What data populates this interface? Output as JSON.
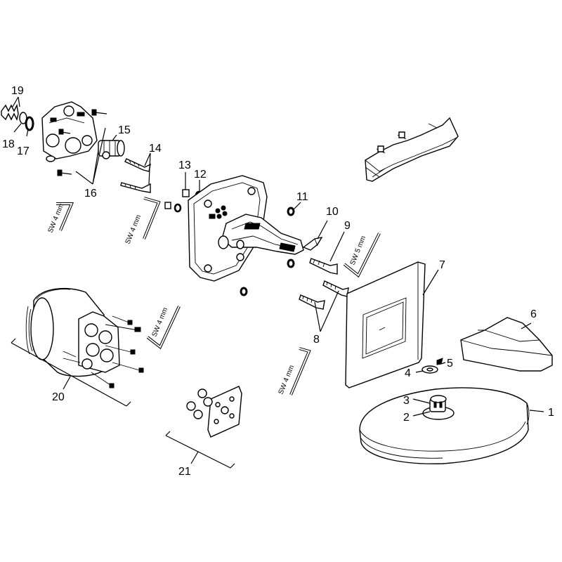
{
  "part_numbers": [
    "1",
    "2",
    "3",
    "4",
    "5",
    "6",
    "7",
    "8",
    "9",
    "10",
    "11",
    "12",
    "13",
    "14",
    "15",
    "16",
    "17",
    "18",
    "19",
    "20",
    "21"
  ],
  "tool_labels": {
    "sw4_a": "SW 4 mm",
    "sw4_b": "SW 4 mm",
    "sw5": "SW 5 mm",
    "sw4_c": "SW 4 mm",
    "sw4_d": "SW 4 mm"
  },
  "colors": {
    "line": "#000000",
    "background": "#ffffff"
  }
}
